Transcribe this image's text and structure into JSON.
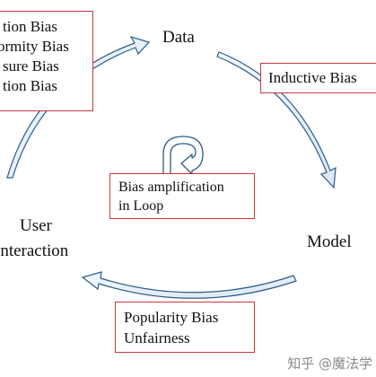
{
  "nodes": {
    "data": "Data",
    "model": "Model",
    "user_line1": "User",
    "user_line2": "Interaction"
  },
  "boxes": {
    "data_biases": [
      "tion Bias",
      "ormity Bias",
      "sure Bias",
      "tion Bias"
    ],
    "inductive": "Inductive Bias",
    "amplification": [
      "Bias amplification",
      "in Loop"
    ],
    "popularity": [
      "Popularity Bias",
      "Unfairness"
    ]
  },
  "watermark": "知乎 @魔法学",
  "colors": {
    "box_border": "#c8383c",
    "arrow_stroke": "#2b5d8c",
    "arrow_fill": "#e8f0f8"
  }
}
